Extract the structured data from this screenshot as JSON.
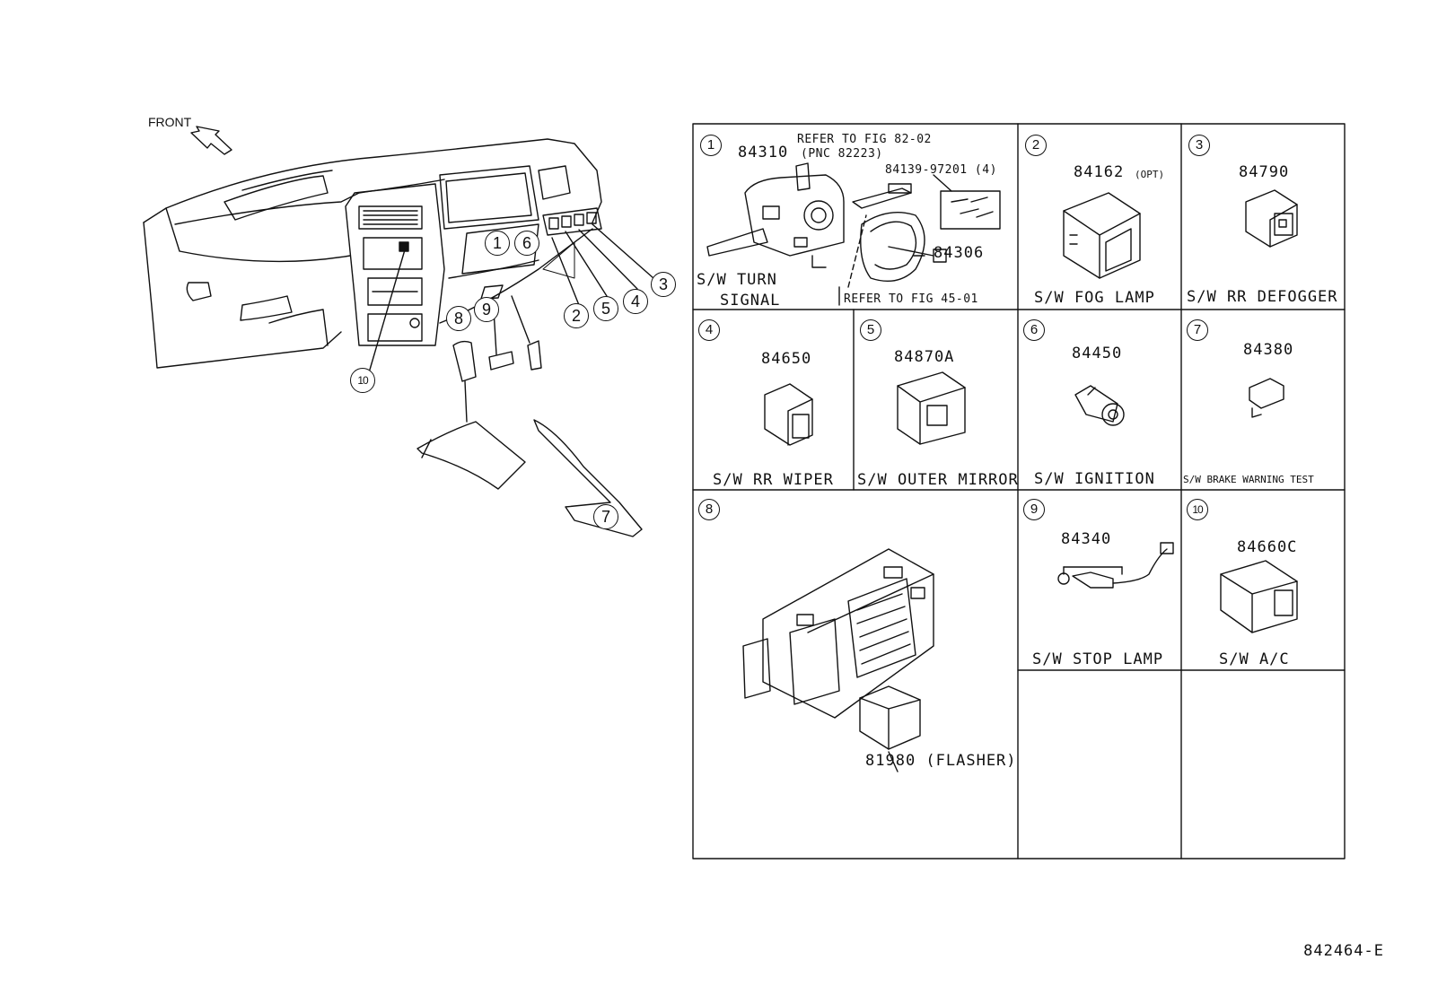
{
  "front_label": "FRONT",
  "diagram_code": "842464-E",
  "overview_callouts": [
    "1",
    "6",
    "2",
    "5",
    "4",
    "3",
    "8",
    "9",
    "10",
    "7"
  ],
  "panels": [
    {
      "no": "1",
      "parts": [
        "84310",
        "84139-97201 (4)",
        "84306"
      ],
      "notes": [
        "REFER TO FIG 82-02",
        "(PNC 82223)",
        "REFER TO FIG 45-01"
      ],
      "name_line1": "S/W TURN",
      "name_line2": "SIGNAL"
    },
    {
      "no": "2",
      "part": "84162",
      "opt": "(OPT)",
      "name": "S/W FOG LAMP"
    },
    {
      "no": "3",
      "part": "84790",
      "name": "S/W RR DEFOGGER"
    },
    {
      "no": "4",
      "part": "84650",
      "name": "S/W RR WIPER"
    },
    {
      "no": "5",
      "part": "84870A",
      "name": "S/W OUTER MIRROR"
    },
    {
      "no": "6",
      "part": "84450",
      "name": "S/W IGNITION"
    },
    {
      "no": "7",
      "part": "84380",
      "name": "S/W BRAKE WARNING TEST"
    },
    {
      "no": "8",
      "part": "81980 (FLASHER)"
    },
    {
      "no": "9",
      "part": "84340",
      "name": "S/W STOP LAMP"
    },
    {
      "no": "10",
      "part": "84660C",
      "name": "S/W A/C"
    }
  ]
}
